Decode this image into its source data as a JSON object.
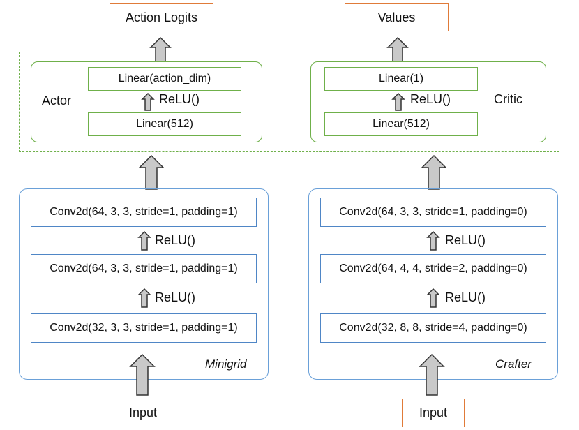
{
  "top": {
    "left_output": "Action Logits",
    "right_output": "Values"
  },
  "actor": {
    "title": "Actor",
    "layer_top": "Linear(action_dim)",
    "activation": "ReLU()",
    "layer_bottom": "Linear(512)"
  },
  "critic": {
    "title": "Critic",
    "layer_top": "Linear(1)",
    "activation": "ReLU()",
    "layer_bottom": "Linear(512)"
  },
  "minigrid": {
    "name": "Minigrid",
    "conv3": "Conv2d(64, 3, 3, stride=1, padding=1)",
    "relu2": "ReLU()",
    "conv2": "Conv2d(64, 3, 3, stride=1, padding=1)",
    "relu1": "ReLU()",
    "conv1": "Conv2d(32, 3, 3, stride=1, padding=1)",
    "input": "Input"
  },
  "crafter": {
    "name": "Crafter",
    "conv3": "Conv2d(64, 3, 3, stride=1, padding=0)",
    "relu2": "ReLU()",
    "conv2": "Conv2d(64, 4, 4, stride=2, padding=0)",
    "relu1": "ReLU()",
    "conv1": "Conv2d(32, 8, 8, stride=4, padding=0)",
    "input": "Input"
  },
  "colors": {
    "output_border": "#e07b39",
    "head_border": "#6fb04a",
    "encoder_border": "#4f86c6",
    "arrow_fill": "#c9c9c9"
  }
}
